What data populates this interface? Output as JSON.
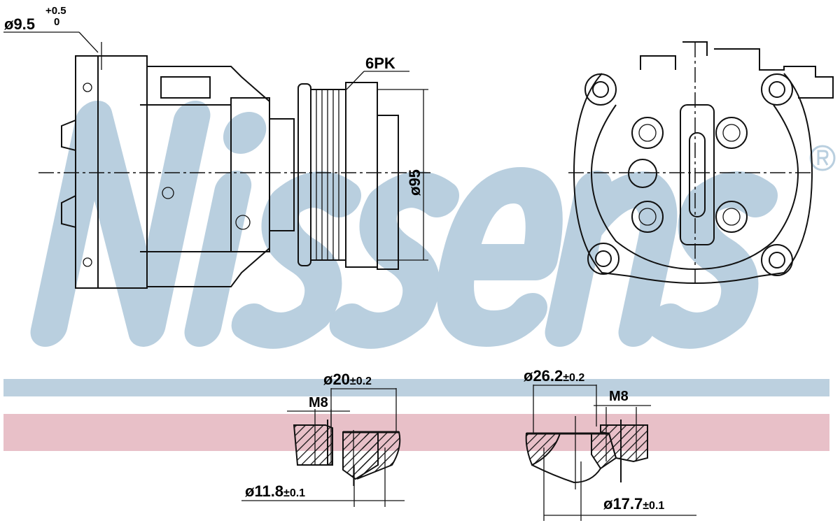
{
  "brand": {
    "watermark": "Nissens",
    "registered_mark": "®"
  },
  "colors": {
    "watermark": "#b9cfdf",
    "band_blue": "#bcd0df",
    "band_pink": "#e8c0c8",
    "line": "#111111"
  },
  "side_view": {
    "port_dim": {
      "label": "ø9.5",
      "tol_upper": "+0.5",
      "tol_lower": "0"
    },
    "pulley_label": "6PK",
    "pulley_diameter": "ø95"
  },
  "fittings": {
    "left": {
      "thread": "M8",
      "outer_dia": "ø20",
      "outer_tol": "±0.2",
      "inner_dia": "ø11.8",
      "inner_tol": "±0.1"
    },
    "right": {
      "thread": "M8",
      "outer_dia": "ø26.2",
      "outer_tol": "±0.2",
      "inner_dia": "ø17.7",
      "inner_tol": "±0.1"
    }
  }
}
